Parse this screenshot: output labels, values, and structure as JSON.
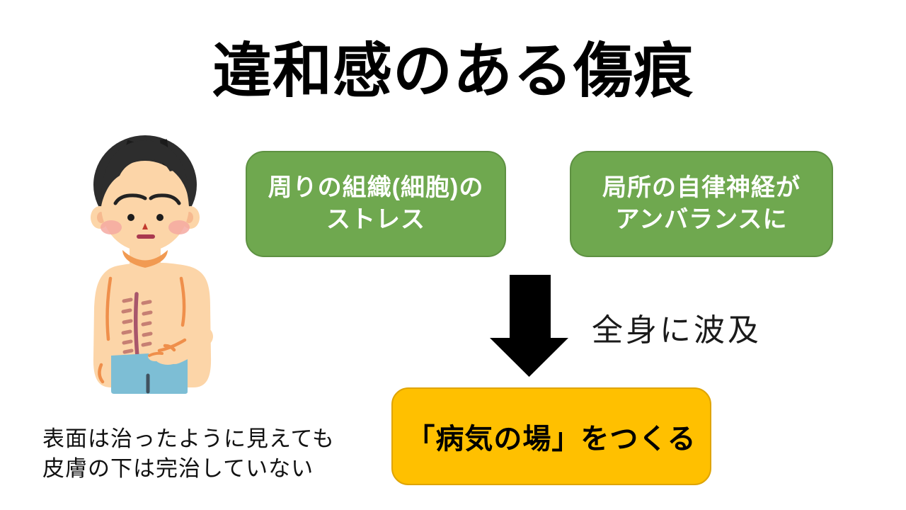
{
  "slide": {
    "title": "違和感のある傷痕",
    "background_color": "#ffffff",
    "title_color": "#000000"
  },
  "boxes": {
    "cause_left": {
      "lines": [
        "周りの組織(細胞)の",
        "ストレス"
      ],
      "bg_color": "#6FA84F",
      "border_color": "#5E9142",
      "text_color": "#FFFFFF"
    },
    "cause_right": {
      "lines": [
        "局所の自律神経が",
        "アンバランスに"
      ],
      "bg_color": "#6FA84F",
      "border_color": "#5E9142",
      "text_color": "#FFFFFF"
    },
    "result": {
      "text": "「病気の場」をつくる",
      "bg_color": "#FFC000",
      "border_color": "#DFA400",
      "text_color": "#000000"
    }
  },
  "arrow": {
    "label": "全身に波及",
    "color": "#000000",
    "label_color": "#1A1A1A"
  },
  "caption": {
    "line1": "表面は治ったように見えても",
    "line2": "皮膚の下は完治していない",
    "color": "#111111"
  },
  "illustration": {
    "description": "worried boy with vertical stitched surgical scar on torso, pointing at it",
    "colors": {
      "skin": "#FCD5A8",
      "hair": "#2D2D2D",
      "pants": "#7DBED5",
      "scar": "#A8566B",
      "stitch": "#C67F73",
      "blush": "#F5A9A1",
      "accent": "#EF8F4B"
    }
  }
}
